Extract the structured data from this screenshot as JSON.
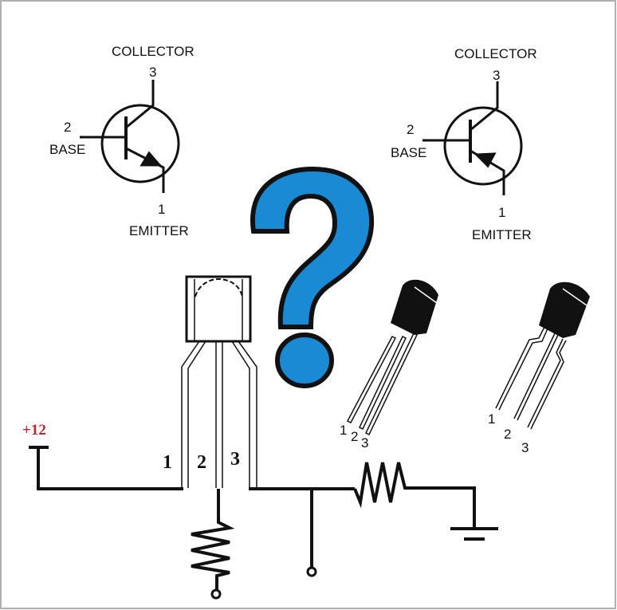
{
  "npn_symbol": {
    "collector": "COLLECTOR",
    "collector_pin": "3",
    "base_pin": "2",
    "base": "BASE",
    "emitter_pin": "1",
    "emitter": "EMITTER"
  },
  "pnp_symbol": {
    "collector": "COLLECTOR",
    "collector_pin": "3",
    "base_pin": "2",
    "base": "BASE",
    "emitter_pin": "1",
    "emitter": "EMITTER"
  },
  "circuit": {
    "supply": "+12",
    "pin1": "1",
    "pin2": "2",
    "pin3": "3"
  },
  "package_a": {
    "pins": [
      "1",
      "2",
      "3"
    ]
  },
  "package_b": {
    "pins": [
      "1",
      "2",
      "3"
    ]
  },
  "colors": {
    "question_mark": "#1a8ad4",
    "supply_label": "#c0282d"
  }
}
